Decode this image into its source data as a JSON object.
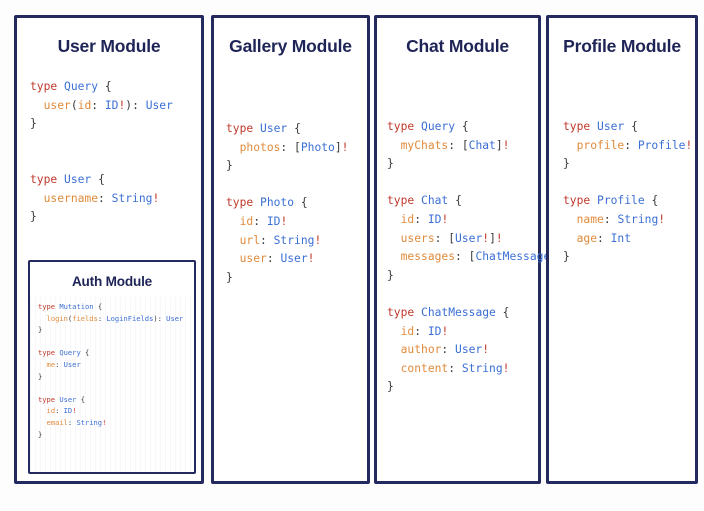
{
  "page": {
    "background": "#fdfdfd",
    "border_color": "#252a5e",
    "title_color": "#1f2457"
  },
  "syntax_colors": {
    "keyword": "#c0392b",
    "type_name": "#3b6fd4",
    "field_name": "#e08b3c",
    "type_ref": "#3b6fd4",
    "punctuation": "#3a3a3a",
    "non_null": "#c0392b"
  },
  "modules": {
    "user": {
      "title": "User Module",
      "code_lines": [
        "type Query {",
        "  user(id: ID!): User",
        "}",
        "",
        "",
        "type User {",
        "  username: String!",
        "}"
      ]
    },
    "auth": {
      "title": "Auth Module",
      "code_lines": [
        "type Mutation {",
        "  login(fields: LoginFields): User",
        "}",
        "",
        "type Query {",
        "  me: User",
        "}",
        "",
        "type User {",
        "  id: ID!",
        "  email: String!",
        "}"
      ]
    },
    "gallery": {
      "title": "Gallery Module",
      "code_lines": [
        "type User {",
        "  photos: [Photo]!",
        "}",
        "",
        "type Photo {",
        "  id: ID!",
        "  url: String!",
        "  user: User!",
        "}"
      ]
    },
    "chat": {
      "title": "Chat Module",
      "code_lines": [
        "type Query {",
        "  myChats: [Chat]!",
        "}",
        "",
        "type Chat {",
        "  id: ID!",
        "  users: [User!]!",
        "  messages: [ChatMessage]!",
        "}",
        "",
        "type ChatMessage {",
        "  id: ID!",
        "  author: User!",
        "  content: String!",
        "}"
      ]
    },
    "profile": {
      "title": "Profile Module",
      "code_lines": [
        "type User {",
        "  profile: Profile!",
        "}",
        "",
        "type Profile {",
        "  name: String!",
        "  age: Int",
        "}"
      ]
    }
  }
}
